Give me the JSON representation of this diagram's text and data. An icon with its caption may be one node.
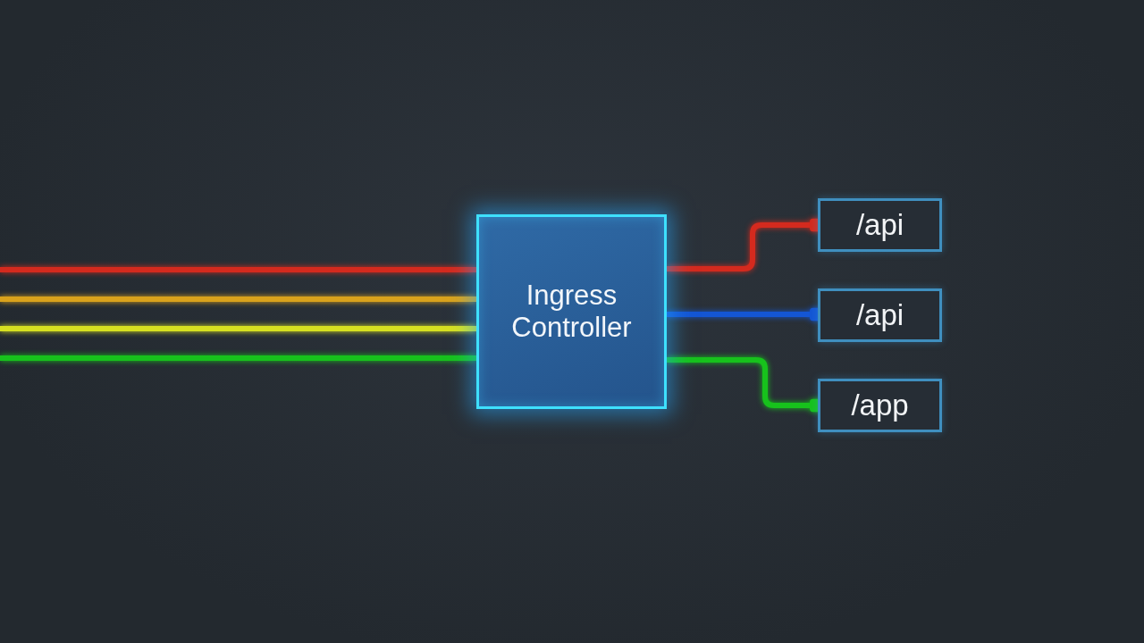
{
  "diagram": {
    "nodes": [
      {
        "text": [
          "Ingress Controller"
        ]
      },
      {
        "text": [
          "/api"
        ]
      },
      {
        "text": [
          "/api"
        ]
      },
      {
        "text": [
          "/app"
        ]
      }
    ],
    "edges": [
      {
        "from": null,
        "to": 0,
        "arrow": "none",
        "color": "#d42a1e"
      },
      {
        "from": null,
        "to": 0,
        "arrow": "none",
        "color": "#d9a21c"
      },
      {
        "from": null,
        "to": 0,
        "arrow": "none",
        "color": "#d6e021"
      },
      {
        "from": null,
        "to": 0,
        "arrow": "none",
        "color": "#17c21c"
      },
      {
        "from": 0,
        "to": 1,
        "arrow": "other",
        "color": "#d42a1e"
      },
      {
        "from": 0,
        "to": 2,
        "arrow": "other",
        "color": "#1456d4"
      },
      {
        "from": 0,
        "to": 3,
        "arrow": "other",
        "color": "#17c21c"
      }
    ]
  }
}
